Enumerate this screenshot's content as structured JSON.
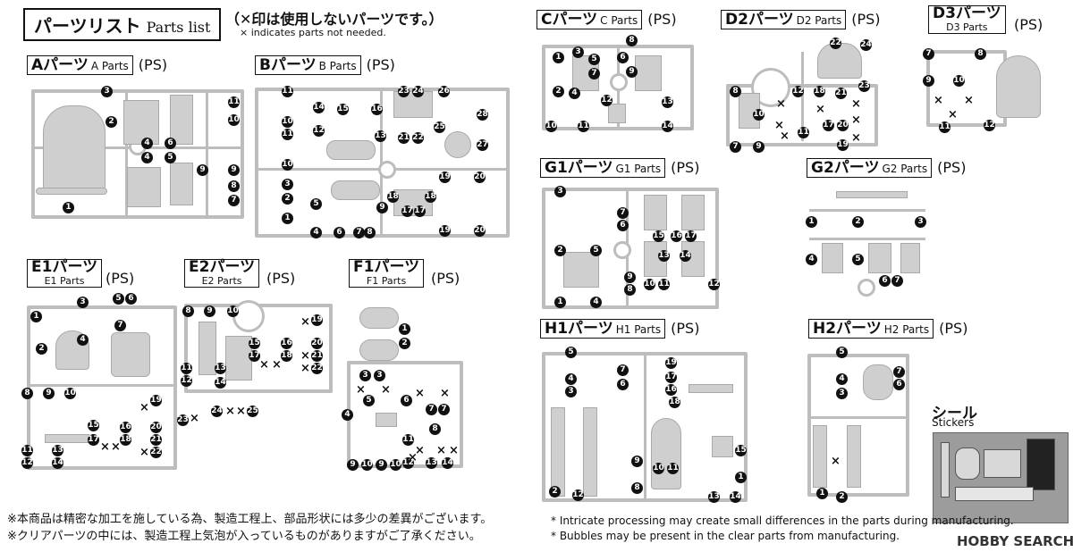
{
  "header": {
    "title_jp": "パーツリスト",
    "title_en": "Parts list",
    "note_jp": "（✕印は使用しないパーツです。）",
    "note_en": "× indicates parts not needed."
  },
  "sheets": [
    {
      "id": "A",
      "jp": "Aパーツ",
      "en": "A Parts",
      "ps": "(PS)",
      "nums": [
        "3",
        "2",
        "4",
        "6",
        "4",
        "5",
        "9",
        "9",
        "8",
        "7",
        "11",
        "10",
        "1"
      ],
      "x": []
    },
    {
      "id": "B",
      "jp": "Bパーツ",
      "en": "B Parts",
      "ps": "(PS)",
      "nums": [
        "11",
        "14",
        "15",
        "16",
        "23",
        "24",
        "26",
        "28",
        "10",
        "11",
        "12",
        "13",
        "21",
        "22",
        "25",
        "27",
        "10",
        "3",
        "2",
        "5",
        "9",
        "18",
        "17",
        "17",
        "18",
        "19",
        "20",
        "1",
        "4",
        "6",
        "7",
        "8",
        "19",
        "20"
      ],
      "x": []
    },
    {
      "id": "C",
      "jp": "Cパーツ",
      "en": "C Parts",
      "ps": "(PS)",
      "nums": [
        "8",
        "1",
        "3",
        "5",
        "6",
        "7",
        "9",
        "2",
        "4",
        "12",
        "13",
        "10",
        "11",
        "14"
      ],
      "x": []
    },
    {
      "id": "D2",
      "jp": "D2パーツ",
      "en": "D2 Parts",
      "ps": "(PS)",
      "nums": [
        "22",
        "24",
        "23",
        "8",
        "12",
        "18",
        "21",
        "10",
        "17",
        "20",
        "11",
        "7",
        "9",
        "19"
      ],
      "x": [
        "×",
        "×",
        "×",
        "×",
        "×",
        "×",
        "×"
      ]
    },
    {
      "id": "D3",
      "jp": "D3パーツ",
      "en": "D3 Parts",
      "ps": "(PS)",
      "nums": [
        "7",
        "8",
        "9",
        "10",
        "11",
        "12"
      ],
      "x": [
        "×",
        "×",
        "×"
      ]
    },
    {
      "id": "G1",
      "jp": "G1パーツ",
      "en": "G1 Parts",
      "ps": "(PS)",
      "nums": [
        "3",
        "7",
        "6",
        "2",
        "5",
        "15",
        "16",
        "17",
        "13",
        "14",
        "9",
        "8",
        "10",
        "11",
        "12",
        "1",
        "4"
      ],
      "x": []
    },
    {
      "id": "G2",
      "jp": "G2パーツ",
      "en": "G2 Parts",
      "ps": "(PS)",
      "nums": [
        "1",
        "2",
        "3",
        "4",
        "5",
        "6",
        "7"
      ],
      "x": []
    },
    {
      "id": "E1",
      "jp": "E1パーツ",
      "en": "E1 Parts",
      "ps": "(PS)",
      "nums": [
        "3",
        "5",
        "6",
        "1",
        "7",
        "2",
        "4",
        "8",
        "9",
        "10",
        "19",
        "15",
        "16",
        "20",
        "17",
        "18",
        "21",
        "22",
        "11",
        "13",
        "12",
        "14"
      ],
      "x": [
        "×",
        "×",
        "×",
        "×"
      ]
    },
    {
      "id": "E2",
      "jp": "E2パーツ",
      "en": "E2 Parts",
      "ps": "(PS)",
      "nums": [
        "8",
        "9",
        "10",
        "19",
        "15",
        "16",
        "20",
        "17",
        "18",
        "21",
        "22",
        "11",
        "13",
        "12",
        "14",
        "23",
        "24",
        "25"
      ],
      "x": [
        "×",
        "×",
        "×",
        "×",
        "×",
        "×",
        "×",
        "×"
      ]
    },
    {
      "id": "F1",
      "jp": "F1パーツ",
      "en": "F1 Parts",
      "ps": "(PS)",
      "nums": [
        "1",
        "2",
        "3",
        "3",
        "4",
        "5",
        "6",
        "7",
        "7",
        "8",
        "11",
        "12",
        "13",
        "14",
        "9",
        "10",
        "9",
        "10"
      ],
      "x": [
        "×",
        "×",
        "×",
        "×",
        "×",
        "×",
        "×",
        "×"
      ]
    },
    {
      "id": "H1",
      "jp": "H1パーツ",
      "en": "H1 Parts",
      "ps": "(PS)",
      "nums": [
        "5",
        "4",
        "3",
        "7",
        "6",
        "19",
        "17",
        "16",
        "18",
        "15",
        "9",
        "10",
        "11",
        "8",
        "1",
        "2",
        "12",
        "13",
        "14"
      ],
      "x": []
    },
    {
      "id": "H2",
      "jp": "H2パーツ",
      "en": "H2 Parts",
      "ps": "(PS)",
      "nums": [
        "5",
        "4",
        "3",
        "7",
        "6",
        "1",
        "2"
      ],
      "x": [
        "×"
      ]
    }
  ],
  "stickers": {
    "label_jp": "シール",
    "label_en": "Stickers"
  },
  "footer": {
    "jp1": "※本商品は精密な加工を施している為、製造工程上、部品形状には多少の差異がございます。",
    "jp2": "※クリアパーツの中には、製造工程上気泡が入っているものがありますがご了承ください。",
    "en1": "* Intricate processing may create small differences in the parts during manufacturing.",
    "en2": "* Bubbles may be present in the clear parts from manufacturing."
  },
  "logo": "HOBBY SEARCH"
}
